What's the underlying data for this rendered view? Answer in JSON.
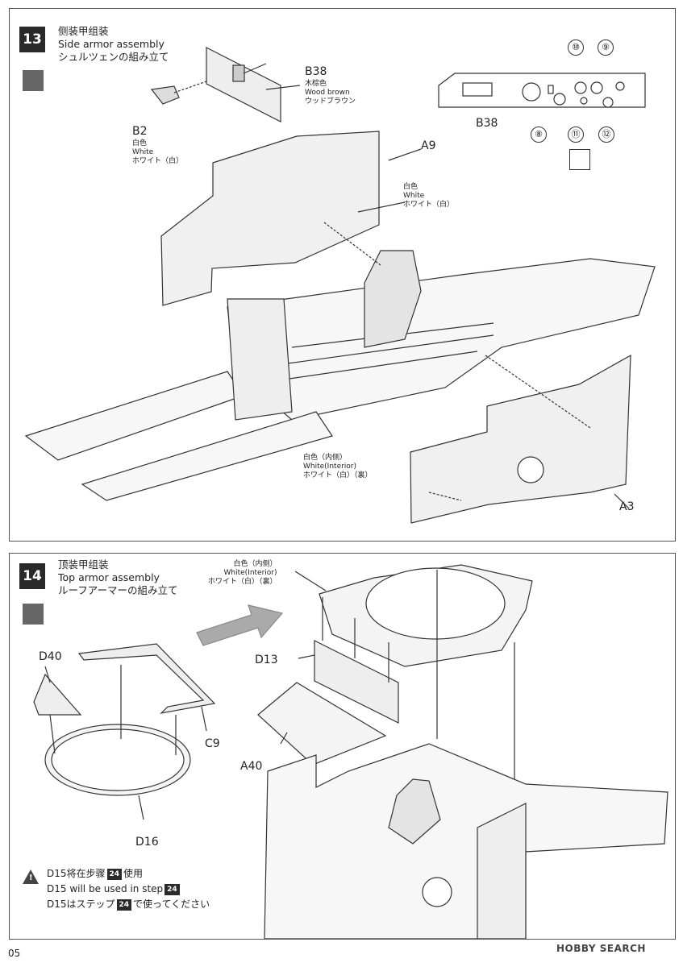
{
  "step13": {
    "number": "13",
    "title_zh": "侧装甲组装",
    "title_en": "Side armor assembly",
    "title_ja": "シュルツェンの組み立て",
    "parts": {
      "b38": "B38",
      "b38_color_zh": "木棕色",
      "b38_color_en": "Wood brown",
      "b38_color_ja": "ウッドブラウン",
      "b2": "B2",
      "b2_color_zh": "白色",
      "b2_color_en": "White",
      "b2_color_ja": "ホワイト（白）",
      "a9": "A9",
      "a9_color_zh": "白色",
      "a9_color_en": "White",
      "a9_color_ja": "ホワイト（白）",
      "a3": "A3",
      "a3_color_zh": "白色（内侧）",
      "a3_color_en": "White(Interior)",
      "a3_color_ja": "ホワイト（白）（裏）",
      "b38_detail": "B38"
    },
    "markers": [
      "⑩",
      "⑨",
      "⑧",
      "⑪",
      "⑫"
    ]
  },
  "step14": {
    "number": "14",
    "title_zh": "顶装甲组装",
    "title_en": "Top armor assembly",
    "title_ja": "ルーフアーマーの組み立て",
    "parts": {
      "d40": "D40",
      "c9": "C9",
      "d16": "D16",
      "d13": "D13",
      "a40": "A40",
      "top_color_zh": "白色（内侧）",
      "top_color_en": "White(Interior)",
      "top_color_ja": "ホワイト（白）（裏）"
    },
    "note": {
      "zh_pre": "D15将在步骤",
      "zh_post": "使用",
      "en_pre": "D15 will be used in step",
      "ja_pre": "D15はステップ",
      "ja_post": "で使ってください",
      "step": "24"
    }
  },
  "footer": {
    "page": "05",
    "watermark": "HOBBY SEARCH"
  }
}
